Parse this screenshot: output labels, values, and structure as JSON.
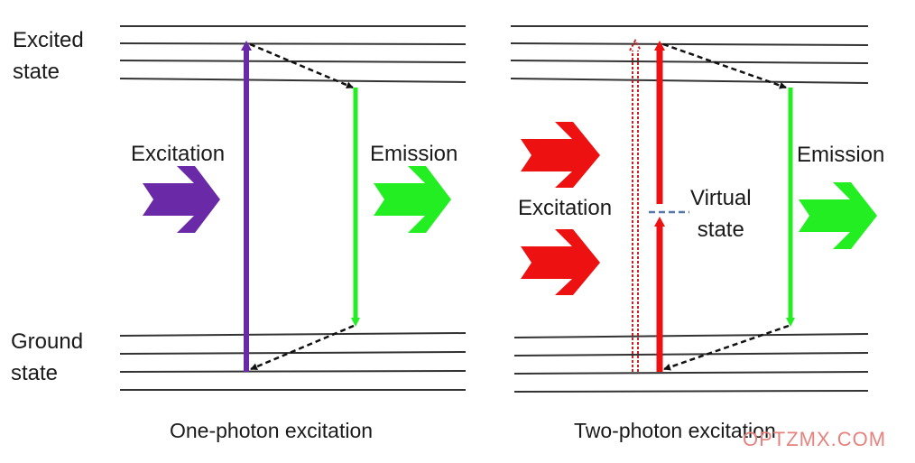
{
  "labels": {
    "excited_state": "Excited\nstate",
    "ground_state": "Ground\nstate",
    "left_excitation": "Excitation",
    "left_emission": "Emission",
    "right_excitation": "Excitation",
    "right_emission": "Emission",
    "virtual_state": "Virtual\nstate"
  },
  "captions": {
    "one_photon": "One-photon excitation",
    "two_photon": "Two-photon excitation"
  },
  "watermark": "OPTZMX.COM",
  "colors": {
    "one_photon_excitation": "#6a2aa8",
    "emission": "#22ee22",
    "two_photon_excitation": "#ee1111",
    "virtual_state_line": "#5577aa",
    "energy_levels": "#333333",
    "relaxation": "#111111"
  }
}
